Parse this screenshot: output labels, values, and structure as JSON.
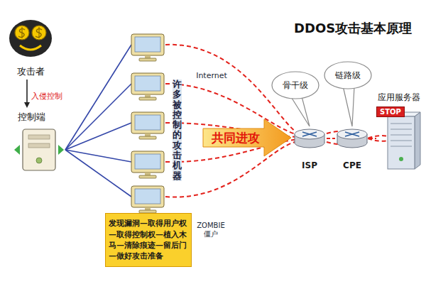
{
  "diagram": {
    "title": "DDOS攻击基本原理",
    "nodes": [
      {
        "text": [
          "攻击者"
        ]
      },
      {
        "text": [
          "控制端"
        ]
      },
      {
        "text": [
          "许多被控制的攻击机器"
        ]
      },
      {
        "text": [
          "Internet"
        ],
        "in": 2
      },
      {
        "text": [
          "ZOMBIE 僵户"
        ],
        "in": 2
      },
      {
        "text": [
          "发现漏洞—取得用户权—取得控制权—植入木马—清除痕迹—留后门—做好攻击准备"
        ]
      },
      {
        "text": [
          "共同进攻"
        ]
      },
      {
        "text": [
          "骨干级"
        ]
      },
      {
        "text": [
          "链路级"
        ]
      },
      {
        "text": [
          "ISP"
        ]
      },
      {
        "text": [
          "CPE"
        ]
      },
      {
        "text": [
          "应用服务器"
        ]
      },
      {
        "text": [
          "STOP"
        ],
        "in": 11
      }
    ],
    "edges": [
      {
        "from": 0,
        "to": 1,
        "arrow": "to",
        "label": "入侵控制"
      },
      {
        "from": 9,
        "to": 10,
        "arrow": "none"
      },
      {
        "from": 10,
        "to": 11,
        "arrow": "none"
      }
    ]
  }
}
